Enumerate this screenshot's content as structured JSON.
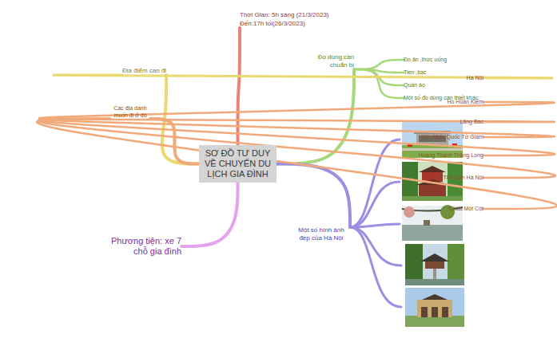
{
  "diagram": {
    "nodes": [
      {
        "text": [
          "SƠ ĐỒ TƯ DUY VỀ CHUYẾN DU LỊCH GIA ĐÌNH"
        ]
      },
      {
        "text": [
          "Thời Gian: 5h sáng (21/3/2023) Đến:17h tối(26/3/2023)"
        ]
      },
      {
        "text": [
          "Đồ dùng cần chuẩn bị"
        ]
      },
      {
        "text": [
          "Đồ ăn ,thức uống"
        ]
      },
      {
        "text": [
          "Tiền ,bạc"
        ]
      },
      {
        "text": [
          "Quần áo"
        ]
      },
      {
        "text": [
          "Một số đồ dùng cần thiết khác"
        ]
      },
      {
        "text": [
          "Một số hình ảnh đẹp của Hà Nội"
        ]
      },
      {
        "text": [
          "Phương tiện: xe 7 chỗ gia đình"
        ]
      },
      {
        "text": [
          "Địa điểm cần đi"
        ]
      },
      {
        "text": [
          "Hà Nội"
        ]
      },
      {
        "text": [
          "Các địa danh muốn đi ở đó"
        ]
      },
      {
        "text": [
          "Hồ Hoàn Kiếm"
        ]
      },
      {
        "text": [
          "Lăng Bác"
        ]
      },
      {
        "text": [
          "Văn Miếu Quốc Tử Giám"
        ]
      },
      {
        "text": [
          "Hoàng Thành Thăng Long"
        ]
      },
      {
        "text": [
          "Nhà Thờ Lớn Hà Nội"
        ]
      },
      {
        "text": [
          "Chùa Một Cột"
        ]
      }
    ],
    "edges": [
      {
        "from": 0,
        "to": 1,
        "arrow": "none"
      },
      {
        "from": 0,
        "to": 2,
        "arrow": "none"
      },
      {
        "from": 2,
        "to": 3,
        "arrow": "none"
      },
      {
        "from": 2,
        "to": 4,
        "arrow": "none"
      },
      {
        "from": 2,
        "to": 5,
        "arrow": "none"
      },
      {
        "from": 2,
        "to": 6,
        "arrow": "none"
      },
      {
        "from": 0,
        "to": 7,
        "arrow": "none"
      },
      {
        "from": 0,
        "to": 8,
        "arrow": "none"
      },
      {
        "from": 0,
        "to": 9,
        "arrow": "none"
      },
      {
        "from": 9,
        "to": 10,
        "arrow": "none"
      },
      {
        "from": 0,
        "to": 11,
        "arrow": "none"
      },
      {
        "from": 11,
        "to": 12,
        "arrow": "none"
      },
      {
        "from": 11,
        "to": 13,
        "arrow": "none"
      },
      {
        "from": 11,
        "to": 14,
        "arrow": "none"
      },
      {
        "from": 11,
        "to": 15,
        "arrow": "none"
      },
      {
        "from": 11,
        "to": 16,
        "arrow": "none"
      },
      {
        "from": 11,
        "to": 17,
        "arrow": "none"
      }
    ]
  }
}
